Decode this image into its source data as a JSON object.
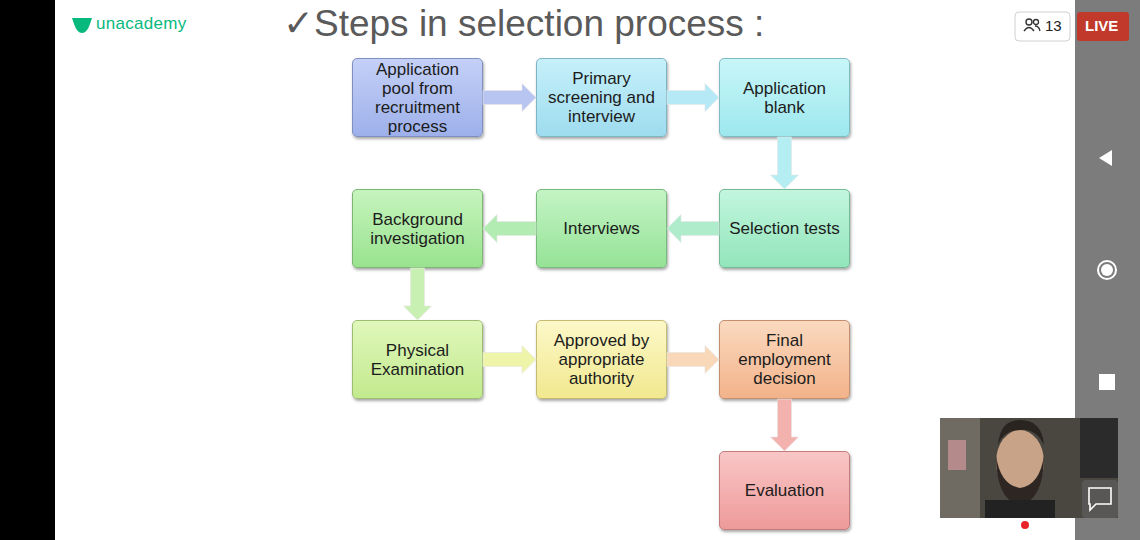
{
  "diagram": {
    "title": "✓Steps in selection process :",
    "nodes": [
      {
        "text": [
          "Application pool from recruitment process"
        ]
      },
      {
        "text": [
          "Primary screening and interview"
        ]
      },
      {
        "text": [
          "Application blank"
        ]
      },
      {
        "text": [
          "Selection tests"
        ]
      },
      {
        "text": [
          "Interviews"
        ]
      },
      {
        "text": [
          "Background investigation"
        ]
      },
      {
        "text": [
          "Physical Examination"
        ]
      },
      {
        "text": [
          "Approved by appropriate authority"
        ]
      },
      {
        "text": [
          "Final employment decision"
        ]
      },
      {
        "text": [
          "Evaluation"
        ]
      }
    ],
    "edges": [
      {
        "from": 0,
        "to": 1,
        "arrow": "to"
      },
      {
        "from": 1,
        "to": 2,
        "arrow": "to"
      },
      {
        "from": 2,
        "to": 3,
        "arrow": "to"
      },
      {
        "from": 3,
        "to": 4,
        "arrow": "to"
      },
      {
        "from": 4,
        "to": 5,
        "arrow": "to"
      },
      {
        "from": 5,
        "to": 6,
        "arrow": "to"
      },
      {
        "from": 6,
        "to": 7,
        "arrow": "to"
      },
      {
        "from": 7,
        "to": 8,
        "arrow": "to"
      },
      {
        "from": 8,
        "to": 9,
        "arrow": "to"
      }
    ],
    "labels": [
      "unacademy",
      "13",
      "LIVE"
    ]
  }
}
